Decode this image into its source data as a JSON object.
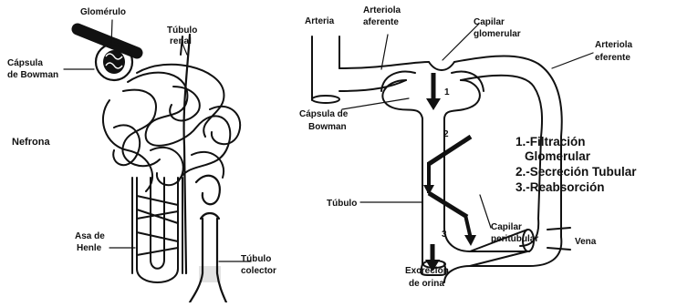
{
  "left_labels": {
    "glomerulo": "Glomérulo",
    "tubulo_renal_1": "Túbulo",
    "tubulo_renal_2": "renal",
    "capsula_1": "Cápsula",
    "capsula_2": "de Bowman",
    "nefrona": "Nefrona",
    "asa_1": "Asa de",
    "asa_2": "Henle",
    "colector_1": "Túbulo",
    "colector_2": "colector"
  },
  "right_labels": {
    "arteria": "Arteria",
    "arteriola_aferente_1": "Arteriola",
    "arteriola_aferente_2": "aferente",
    "capilar_glom_1": "Capilar",
    "capilar_glom_2": "glomerular",
    "arteriola_eferente_1": "Arteriola",
    "arteriola_eferente_2": "eferente",
    "capsula_1": "Cápsula de",
    "capsula_2": "Bowman",
    "tubulo": "Túbulo",
    "capilar_peri_1": "Capilar",
    "capilar_peri_2": "peritubular",
    "vena": "Vena",
    "excrecion_1": "Excreción",
    "excrecion_2": "de orina",
    "num_1": "1",
    "num_2": "2",
    "num_3": "3"
  },
  "legend": {
    "line1": "1.-Filtración",
    "line2": "Glomerular",
    "line3": "2.-Secreción Tubular",
    "line4": "3.-Reabsorción"
  }
}
